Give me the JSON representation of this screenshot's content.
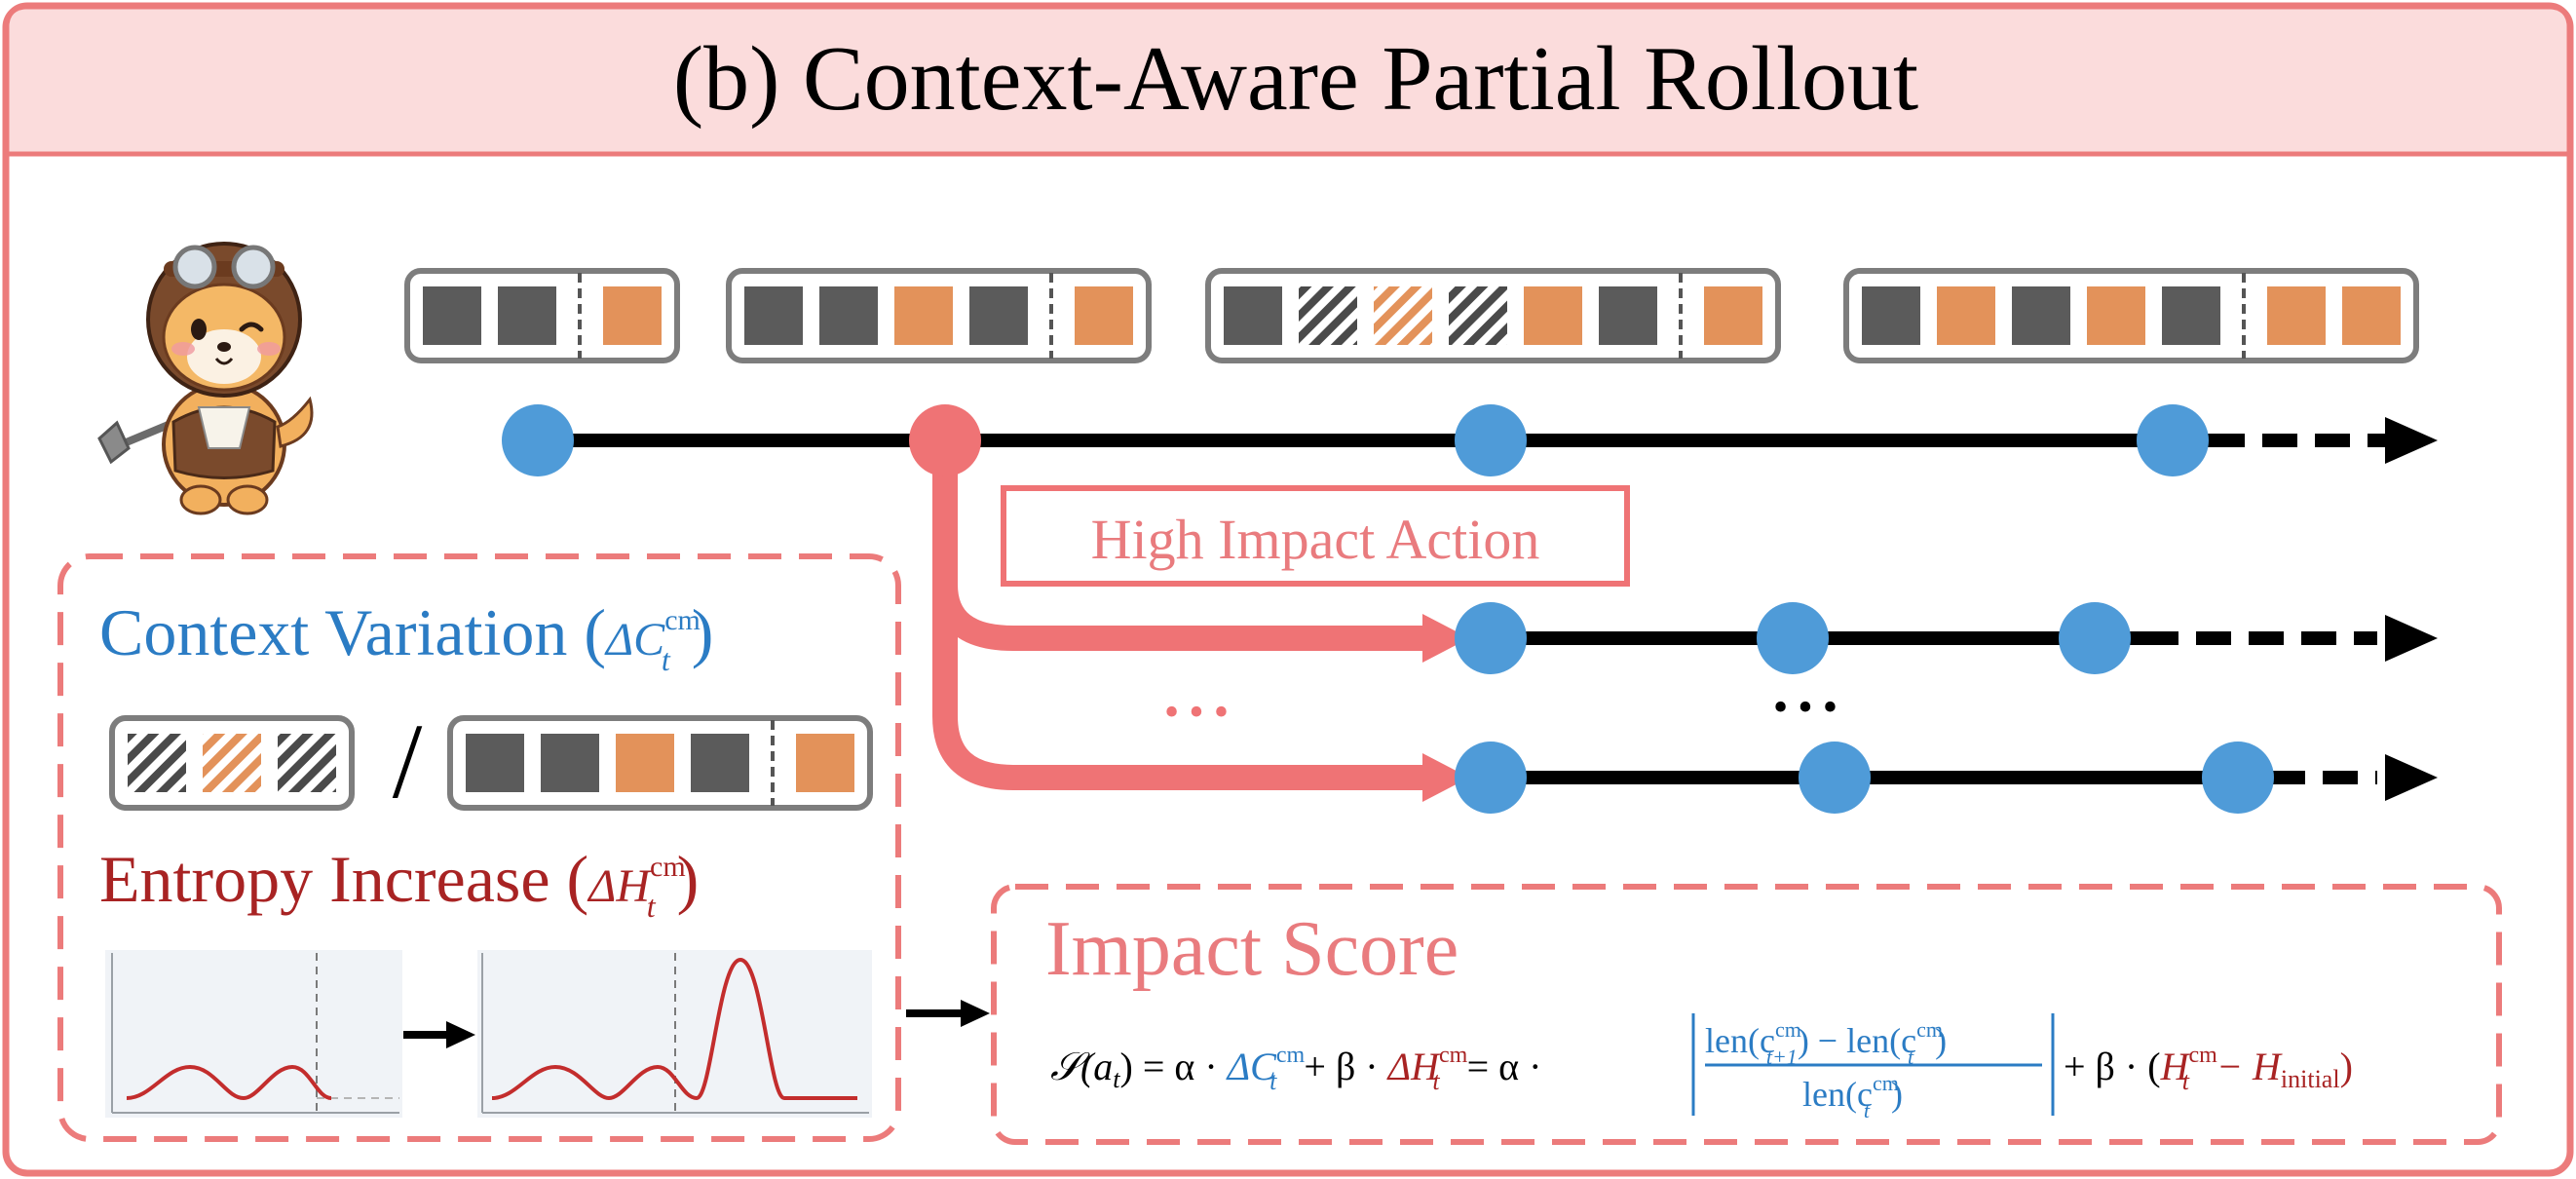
{
  "title": "(b) Context-Aware Partial Rollout",
  "labels": {
    "high_impact_action": "High Impact Action",
    "context_variation": "Context Variation (",
    "context_variation_symbol": "ΔC",
    "entropy_increase": "Entropy Increase (",
    "entropy_increase_symbol": "ΔH",
    "superscript_cm": "cm",
    "subscript_t": "t",
    "close_paren": ")",
    "slash": "/",
    "impact_score": "Impact Score",
    "ellipsis": "•••"
  },
  "formula": {
    "lhs": "𝒮(a",
    "lhs_sub": "t",
    "lhs_close": ") = α · ",
    "term1": "ΔC",
    "plus_beta": " + β · ",
    "term2": "ΔH",
    "eq_alpha": " = α · ",
    "num_a": "len(c",
    "num_a_sub": "t+1",
    "num_a_close": ") − len(c",
    "num_b_close": ")",
    "den": "len(c",
    "den_close": ")",
    "plus_beta2": " + β · (",
    "h_term": "H",
    "minus": " − H",
    "h_initial": "initial",
    "end": ")"
  },
  "colors": {
    "frame_red": "#ec7b7b",
    "title_band": "#fbdcdc",
    "node_blue": "#4f9bd8",
    "node_red": "#ef7375",
    "token_gray": "#5b5b5b",
    "token_orange": "#e3925a",
    "context_blue": "#2b7cc4",
    "entropy_red": "#a82323",
    "impact_pink": "#e97b7e",
    "curve_red": "#c32d2d"
  },
  "sequences": [
    {
      "tokens": [
        "gray",
        "gray",
        "sep",
        "orange"
      ]
    },
    {
      "tokens": [
        "gray",
        "gray",
        "orange",
        "gray",
        "sep",
        "orange"
      ]
    },
    {
      "tokens": [
        "gray",
        "hatch-gray",
        "hatch-orange",
        "hatch-gray",
        "orange",
        "gray",
        "sep",
        "orange"
      ]
    },
    {
      "tokens": [
        "gray",
        "orange",
        "gray",
        "orange",
        "gray",
        "sep",
        "orange",
        "orange"
      ]
    }
  ],
  "context_example": {
    "removed": [
      "hatch-gray",
      "hatch-orange",
      "hatch-gray"
    ],
    "current": [
      "gray",
      "gray",
      "orange",
      "gray",
      "sep",
      "orange"
    ]
  },
  "icons": {
    "mascot": "shiba-pilot-mascot-icon"
  }
}
